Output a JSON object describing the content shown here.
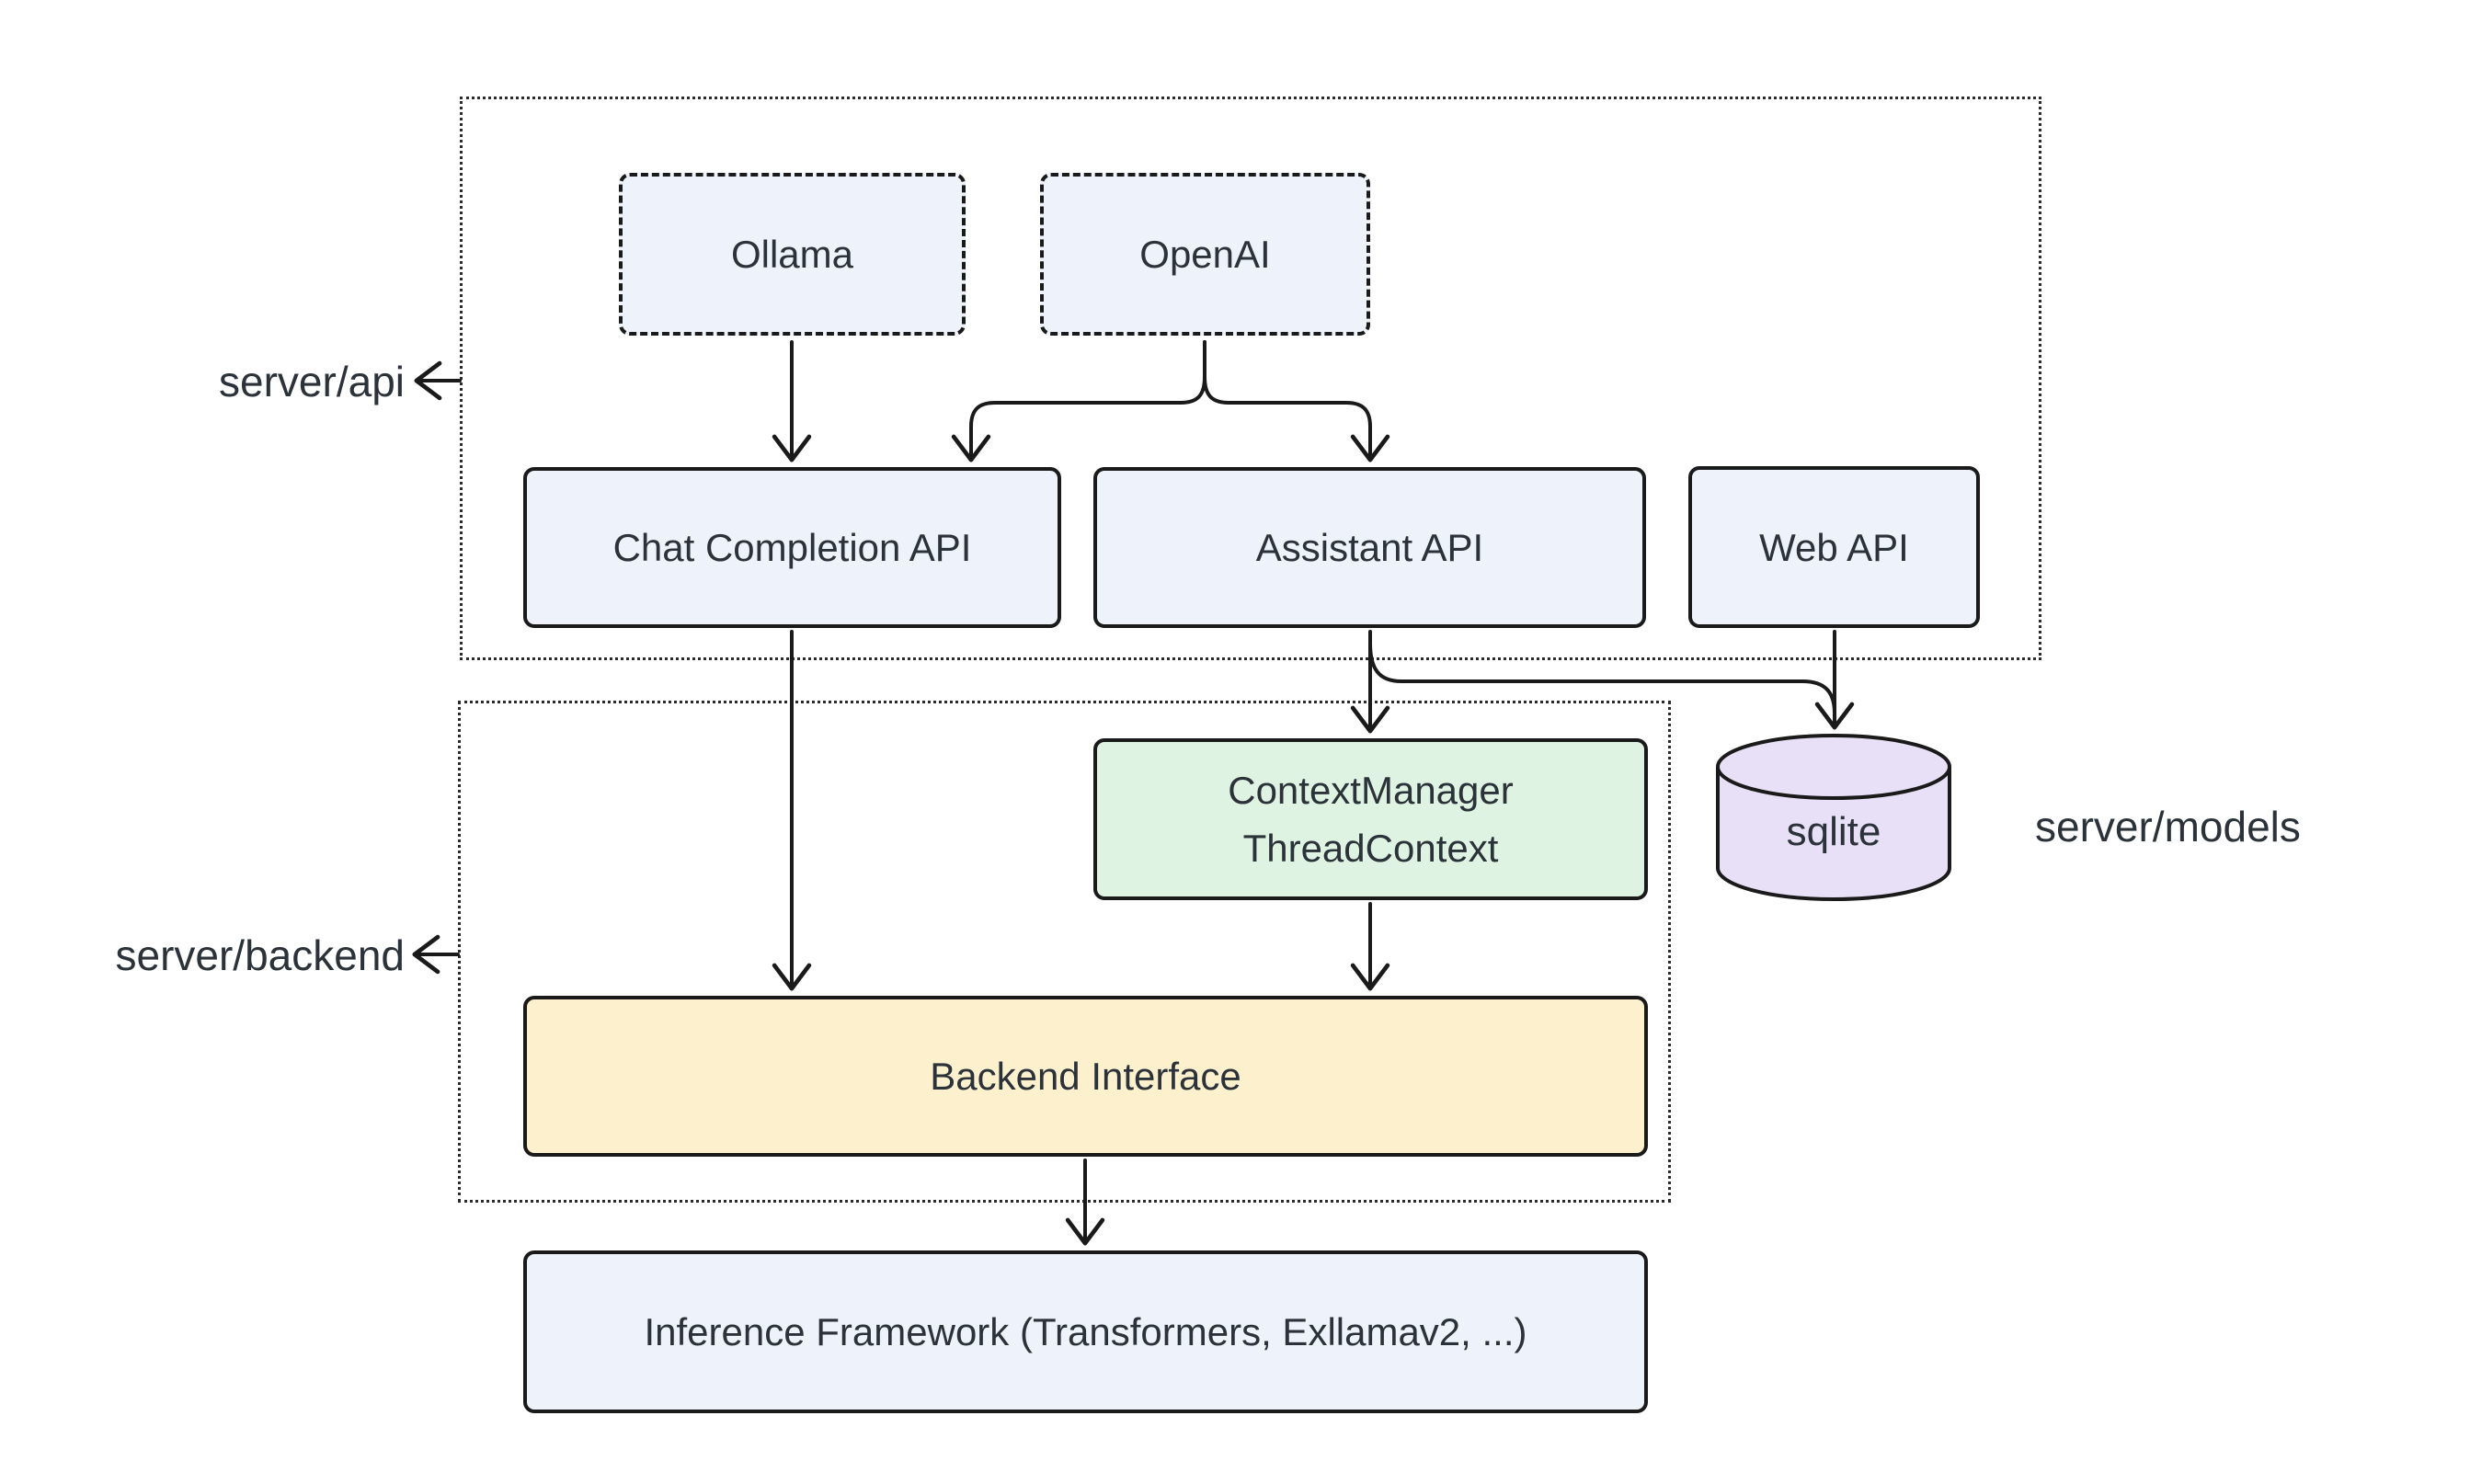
{
  "diagram": {
    "nodes": {
      "ollama": {
        "label": "Ollama"
      },
      "openai": {
        "label": "OpenAI"
      },
      "chat_completion_api": {
        "label": "Chat Completion API"
      },
      "assistant_api": {
        "label": "Assistant API"
      },
      "web_api": {
        "label": "Web API"
      },
      "context_manager": {
        "label_line1": "ContextManager",
        "label_line2": "ThreadContext"
      },
      "backend_interface": {
        "label": "Backend Interface"
      },
      "inference_framework": {
        "label": "Inference Framework (Transformers, Exllamav2, ...)"
      },
      "sqlite": {
        "label": "sqlite"
      }
    },
    "group_labels": {
      "api": "server/api",
      "backend": "server/backend",
      "models": "server/models"
    },
    "edges": [
      "Ollama -> Chat Completion API",
      "OpenAI -> Chat Completion API",
      "OpenAI -> Assistant API",
      "Chat Completion API -> Backend Interface",
      "Assistant API -> ContextManager/ThreadContext",
      "Assistant API -> sqlite",
      "Web API -> sqlite",
      "ContextManager/ThreadContext -> Backend Interface",
      "Backend Interface -> Inference Framework"
    ],
    "colors": {
      "node_fill_blue": "#edf2fb",
      "node_fill_green": "#def3e2",
      "node_fill_yellow": "#fdf0cd",
      "node_fill_purple": "#e7e0f6",
      "stroke": "#1a1a1a",
      "text": "#2c3239"
    }
  }
}
